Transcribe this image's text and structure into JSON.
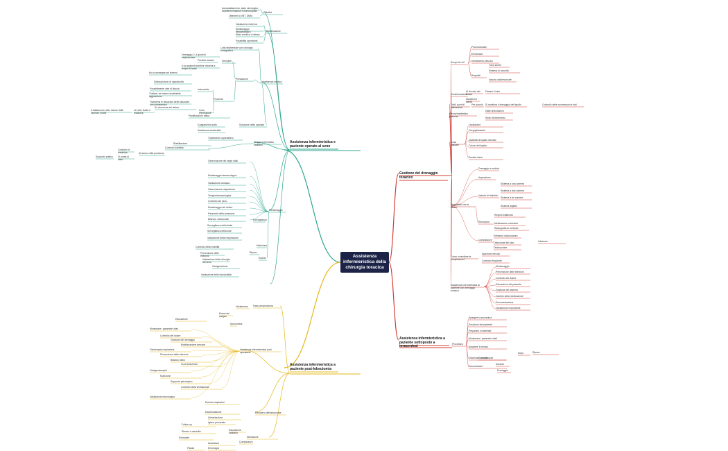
{
  "central": "Assistenza infermieristica della chirurgia toracica",
  "colors": {
    "teal": "#2aa58b",
    "red": "#d23c33",
    "yellow": "#e5b719",
    "central": "#1c2347"
  },
  "teal": {
    "title": "Assistenza infermieristica e paziente operato al seno",
    "obiettivi": {
      "label": "Obiettivi",
      "items": [
        "Autoadattamento, stato sierologico, eccellenti relazioni e interrompibili",
        "Ottenere la VBT, DMM"
      ]
    },
    "pianificazione": {
      "label": "Pianificazione",
      "items": [
        "Valutazione estrema",
        "Monitoraggio fisiopatologico",
        "Stato emotivo di attesa",
        "Possibilità operatorie"
      ]
    },
    "tubi": {
      "label": "Assistenza medica",
      "top": "Lotto fallimentare con chirurgia tomografica",
      "drenaggio": "Drenaggio 2–4 giorni in esplorazione",
      "semplice": "Semplice",
      "semplice_items": [
        "Pazienti anziani",
        "Il sol pazienti sarebbe richiede a tempo di tanta"
      ],
      "prestazione": "Prestazione",
      "intermedia": "Intermedia",
      "prudente": "Prudente",
      "consigli": "Cons d'emissione",
      "prestazione_items": [
        "Trattare, se essere accettabile, aggressione",
        "Trasforma le situazioni delle situazioni con conoscenza"
      ],
      "interm_items": [
        "Ho la consegna nel terreno",
        "Sottoscrizione di opportunità",
        "Possibilmente vale di fiducia"
      ],
      "consigli_items": [
        "Su sicurezza del lettore",
        "Un oltre livello e relazione"
      ],
      "lesione": "Il trattamento nelle misure delle vicende, inutile",
      "lesione2": "Soluzione della opposta",
      "lesione3": "Pianificazione attiva",
      "lesione4": "Il pagamento sotto"
    },
    "labelsA": [
      "Assistenza ambientale",
      "Trattamento ospedaliero",
      "Riabilitazione",
      "Controllo sanitario"
    ],
    "gruppo": "Gruppo Informativo sanitario",
    "lab_items": [
      "Al lavoro nella posizione",
      "Controllo di medicina",
      "Si punta al stato",
      "Supporto pratico",
      "Controllo o di tutela posto di lavoro"
    ],
    "monitoraggio": "Monitoraggio",
    "monit_items": [
      "Osservazione dei segni vitali",
      "Monitoraggio farmacologico",
      "Valutazione cardiaca",
      "Osservazione respiratoria",
      "Terapia farmacologica",
      "Controllo del peso",
      "Monitoraggio del dolore",
      "Parametri della pressione",
      "Bilancio nutrizionale"
    ],
    "lab2": "Sorveglianza",
    "lab2_items": [
      "Sorveglianza della ferita",
      "Sorveglianza della cute",
      "Valutazione della respirazione",
      "Controllo della mobilità"
    ],
    "nutr": "Nutrizione",
    "esame": "Esame",
    "ric": "Riposo",
    "bottom_items": [
      "Prevenzione delle infezioni",
      "Valutazione della chirurgia del seno",
      "Ossigenazione",
      "Valutazione della funzionalità"
    ]
  },
  "red": {
    "title": "Gestione del drenaggio toracico",
    "scopo": "Scopo di cui?",
    "scopo_items": [
      "Pneumotorace",
      "Emotorace",
      "Versamento pleurico"
    ],
    "requisiti": "Requisiti",
    "req_items": [
      "Tubo sterile",
      "Sistema di raccolta",
      "Valvola unidirezionale"
    ],
    "posiz": "Posizionamento",
    "posiz_items": [
      "Al di sotto del torace",
      "Mantenere sterile",
      "Fissare il tubo"
    ],
    "posiz_row": [
      "Tutti i punti di valutazione",
      "Per piccolo",
      "Si monitora il drenaggio del liquido",
      "Controllo delle connessioni e tubi"
    ],
    "pleura": "Pleura/mediastino paziente",
    "pleura_items": [
      "Dalle articolazioni",
      "Sede d'inserimento"
    ],
    "cosa": "Cosa valutare",
    "cosa_items": [
      "Oscillazioni",
      "Gorgogliamento",
      "Quantità di liquido drenato",
      "Colore del liquido",
      "Perdite d'aria"
    ],
    "dispositivo": "Dispositivo che si usano",
    "disp_items": [
      "Drenaggio a caduta",
      "Aspirazione",
      "Valvola di Heimlich"
    ],
    "disp_sub": [
      "Sistema a una camera",
      "Sistema a due camere",
      "Sistema a tre camere",
      "Sistema digitale"
    ],
    "rimozione": "Rimozione",
    "rim_items": [
      "Respiro trattenuto",
      "Medicazione occlusiva",
      "Radiografia di controllo"
    ],
    "complic": "Complicanze",
    "compl_items": [
      "Enfisema sottocutaneo",
      "Ostruzione del tubo",
      "Dislocazione",
      "Infezione"
    ],
    "come": "Come controllare le complicanze?",
    "come_items": [
      "Ispezione del sito",
      "Controllo frequente"
    ],
    "assist": "Assistenza infermieristica al paziente con drenaggio toracico",
    "assist_items": [
      "Monitoraggio",
      "Prevenzione delle infezioni",
      "Controllo del dolore",
      "Educazione del paziente",
      "Gestione del sistema",
      "Cambio della medicazione",
      "Documentazione",
      "Valutazione respiratoria"
    ]
  },
  "red2": {
    "title": "Assistenza infermieristica a paziente sottoposto a toracentesi",
    "procedure": "Procedura",
    "proc_items": [
      "Spiegare la procedura",
      "Posizione del paziente",
      "Preparare il materiale",
      "Monitorare i parametri vitali",
      "Assistere il medico",
      "Osservare complicanze",
      "Documentare"
    ],
    "sub": [
      "Dopo",
      "Riposo",
      "Controllo",
      "Durante",
      "Drenaggio"
    ]
  },
  "yellow": {
    "title": "Assistenza infermieristica a paziente post-lobectomia",
    "pre": "Fase preoperatoria",
    "pre_items": [
      "Valutazione",
      "Esami del sangue",
      "Educazione",
      "Spirometria"
    ],
    "assist": "Assistenza infermieristica post-operatoria",
    "assist_items": [
      "Monitorare i parametri vitali",
      "Controllo del dolore",
      "Gestione del drenaggio",
      "Mobilizzazione precoce",
      "Fisioterapia respiratoria",
      "Prevenzione delle infezioni",
      "Bilancio idrico",
      "Cura della ferita",
      "Ossigenoterapia",
      "Nutrizione",
      "Supporto psicologico",
      "Controllo della ventilazione",
      "Valutazione neurologica"
    ],
    "resp": "Recupero dell'autonomia",
    "resp_items": [
      "Esercizi respiratori",
      "Deambulazione",
      "Alimentazione",
      "Igiene personale"
    ],
    "dim": "Dimissione",
    "dim_items": [
      "Educazione sanitaria",
      "Follow-up",
      "Rientro a domicilio"
    ],
    "complic": "Complicanze",
    "compl_items": [
      "Polmonite",
      "Atelettasia",
      "Emorragia",
      "Fistola"
    ]
  }
}
